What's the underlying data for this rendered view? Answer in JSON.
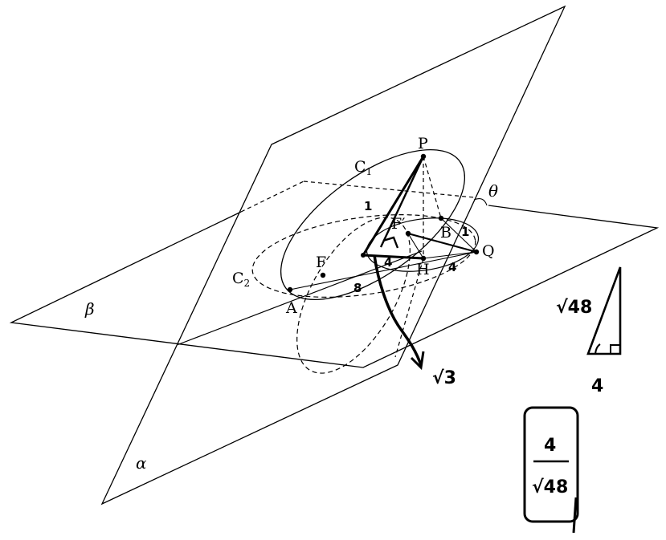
{
  "labels": {
    "P": "P",
    "C1": "C",
    "C1_sub": "1",
    "theta": "θ",
    "F_prime": "F′",
    "B": "B",
    "Q": "Q",
    "F": "F",
    "H": "H",
    "C2": "C",
    "C2_sub": "2",
    "A": "A",
    "beta": "β",
    "alpha": "α"
  },
  "annotations": {
    "mark_left": "1",
    "mark_b": "1",
    "seg_ff": "4",
    "seg_hq": "4",
    "seg_fa": "8",
    "sqrt3": "√3",
    "sqrt48": "√48",
    "base4": "4",
    "answer_num": "4",
    "answer_den": "√48"
  }
}
